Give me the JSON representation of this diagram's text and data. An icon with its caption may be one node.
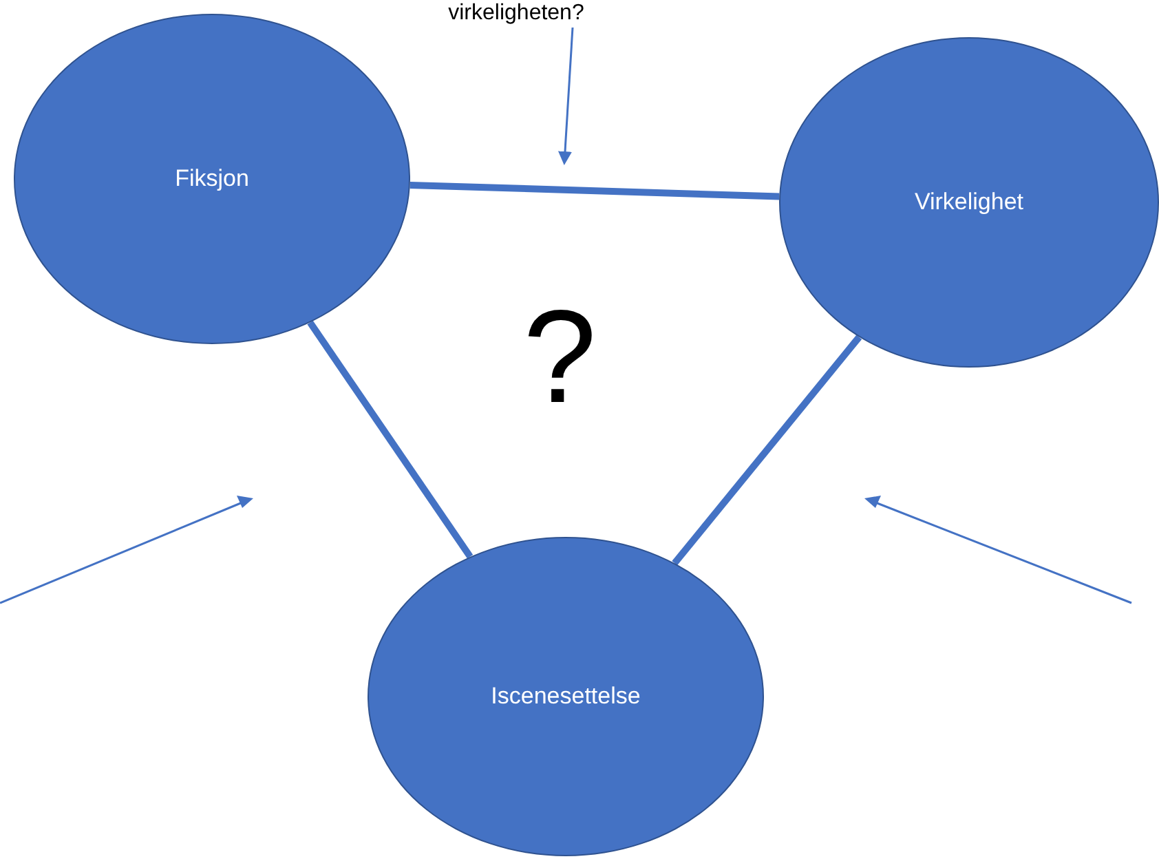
{
  "diagram": {
    "nodes": [
      {
        "text": [
          "Fiksjon"
        ]
      },
      {
        "text": [
          "Virkelighet"
        ]
      },
      {
        "text": [
          "Iscenesettelse"
        ]
      },
      {
        "text": [
          "virkeligheten?"
        ]
      }
    ],
    "edges": [
      {
        "from": 0,
        "to": 1,
        "arrow": "none"
      },
      {
        "from": 0,
        "to": 2,
        "arrow": "none"
      },
      {
        "from": 1,
        "to": 2,
        "arrow": "none"
      },
      {
        "from": 3,
        "to": null,
        "arrow": "to"
      }
    ],
    "labels": [
      "?"
    ]
  }
}
